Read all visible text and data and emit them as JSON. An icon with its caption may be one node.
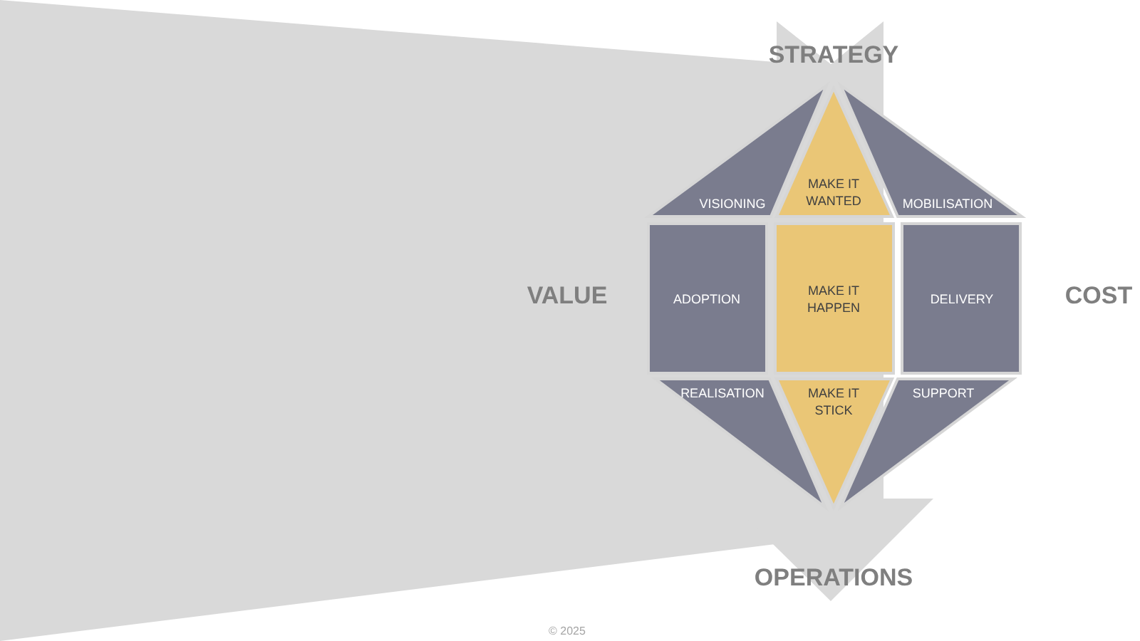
{
  "diagram": {
    "nodes": [
      {
        "text": [
          "VISIONING"
        ]
      },
      {
        "text": [
          "MAKE IT WANTED"
        ]
      },
      {
        "text": [
          "MOBILISATION"
        ]
      },
      {
        "text": [
          "ADOPTION"
        ]
      },
      {
        "text": [
          "MAKE IT HAPPEN"
        ]
      },
      {
        "text": [
          "DELIVERY"
        ]
      },
      {
        "text": [
          "REALISATION"
        ]
      },
      {
        "text": [
          "MAKE IT STICK"
        ]
      },
      {
        "text": [
          "SUPPORT"
        ]
      },
      {
        "text": [
          "STRATEGY"
        ]
      },
      {
        "text": [
          "OPERATIONS"
        ]
      }
    ],
    "edges": [
      {
        "from": 9,
        "to": 10,
        "arrow": "to"
      }
    ],
    "labels": [
      "VALUE",
      "COST",
      "© 2025"
    ]
  }
}
